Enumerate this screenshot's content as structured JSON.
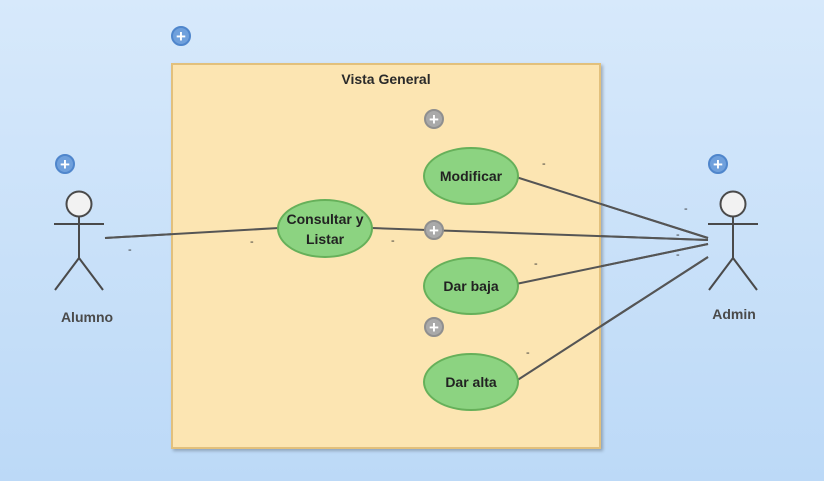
{
  "boundary": {
    "title": "Vista General"
  },
  "actors": {
    "alumno": {
      "name": "Alumno"
    },
    "admin": {
      "name": "Admin"
    }
  },
  "usecases": {
    "consultar": "Consultar y Listar",
    "modificar": "Modificar",
    "dar_baja": "Dar baja",
    "dar_alta": "Dar alta"
  },
  "multiplicity_mark": "-",
  "colors": {
    "background": "#c8e0f8",
    "boundary_fill": "#fce5b2",
    "usecase_fill": "#8cd381",
    "line": "#555555"
  }
}
